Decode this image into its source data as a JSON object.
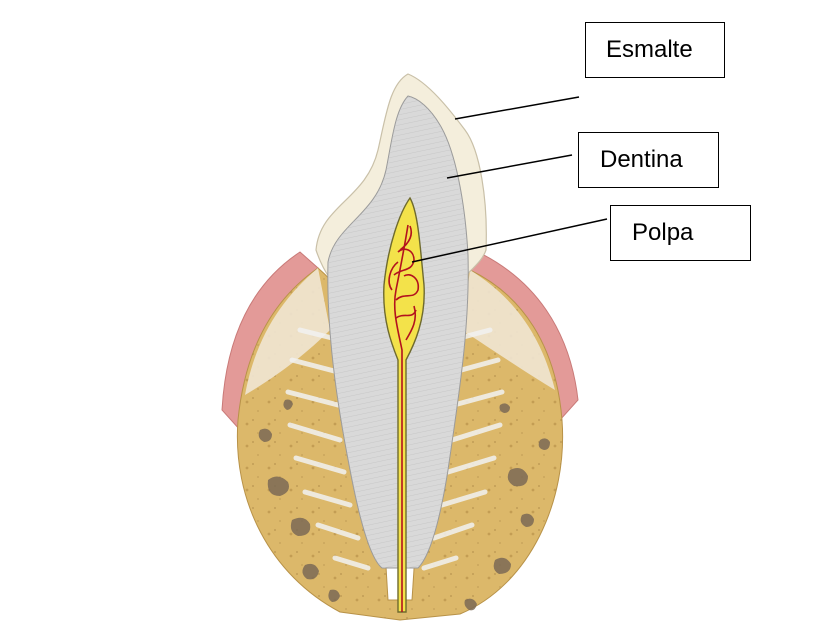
{
  "diagram": {
    "labels": {
      "enamel": "Esmalte",
      "dentin": "Dentina",
      "pulp": "Polpa"
    },
    "colors": {
      "enamel": "#f4eedc",
      "dentin": "#d9d9d9",
      "pulp": "#f3e24a",
      "vessels": "#b3121e",
      "gum": "#e39a98",
      "bone": "#dcb86a",
      "bone_cavities": "#7c6a55",
      "leader_line": "#000000"
    }
  }
}
